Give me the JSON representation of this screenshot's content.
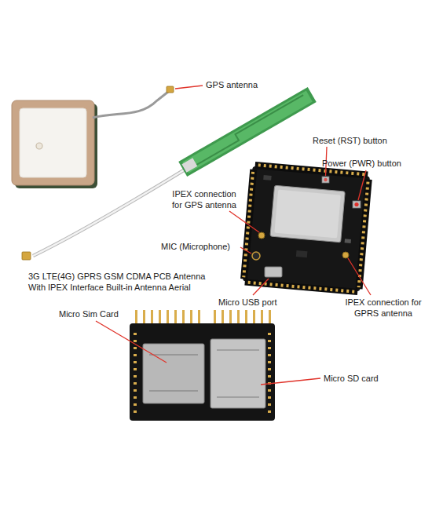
{
  "diagram": {
    "labels": [
      "GPS antenna",
      "Reset (RST) button",
      "Power (PWR) button",
      "IPEX connection for GPS antenna",
      "MIC (Microphone)",
      "3G LTE(4G) GPRS GSM CDMA PCB Antenna With IPEX Interface Built-in Antenna Aerial",
      "Micro USB port",
      "IPEX connection for GPRS antenna",
      "Micro Sim Card",
      "Micro SD card"
    ]
  }
}
